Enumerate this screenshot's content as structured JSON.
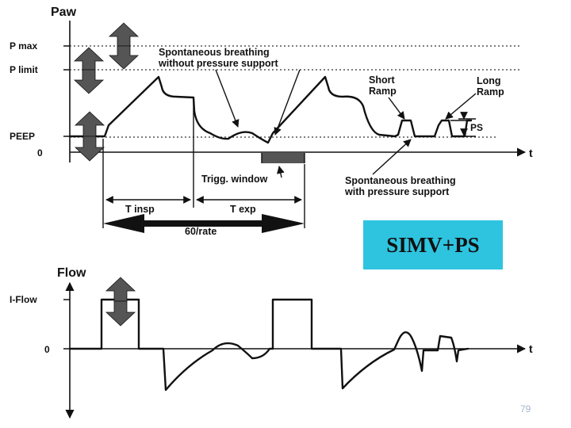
{
  "pressure_panel": {
    "title": "Paw",
    "levels": {
      "pmax": "P max",
      "plimit": "P limit",
      "peep": "PEEP",
      "zero": "0"
    },
    "time_axis": "t"
  },
  "annotations": {
    "spont_no_ps_line1": "Spontaneous breathing",
    "spont_no_ps_line2": "without pressure support",
    "short_ramp_line1": "Short",
    "short_ramp_line2": "Ramp",
    "long_ramp_line1": "Long",
    "long_ramp_line2": "Ramp",
    "ps": "PS",
    "trigger_window": "Trigg. window",
    "spont_ps_line1": "Spontaneous breathing",
    "spont_ps_line2": "with pressure support",
    "t_insp": "T insp",
    "t_exp": "T exp",
    "rate": "60/rate"
  },
  "mode_box": "SIMV+PS",
  "flow_panel": {
    "title": "Flow",
    "levels": {
      "iflow": "I-Flow",
      "zero": "0"
    },
    "time_axis": "t"
  },
  "page_number": "79",
  "colors": {
    "mode_box_bg": "#2ec4e0",
    "arrow_fill": "#555555",
    "trigger_window": "#555555",
    "page_number": "#a8b4cf"
  }
}
